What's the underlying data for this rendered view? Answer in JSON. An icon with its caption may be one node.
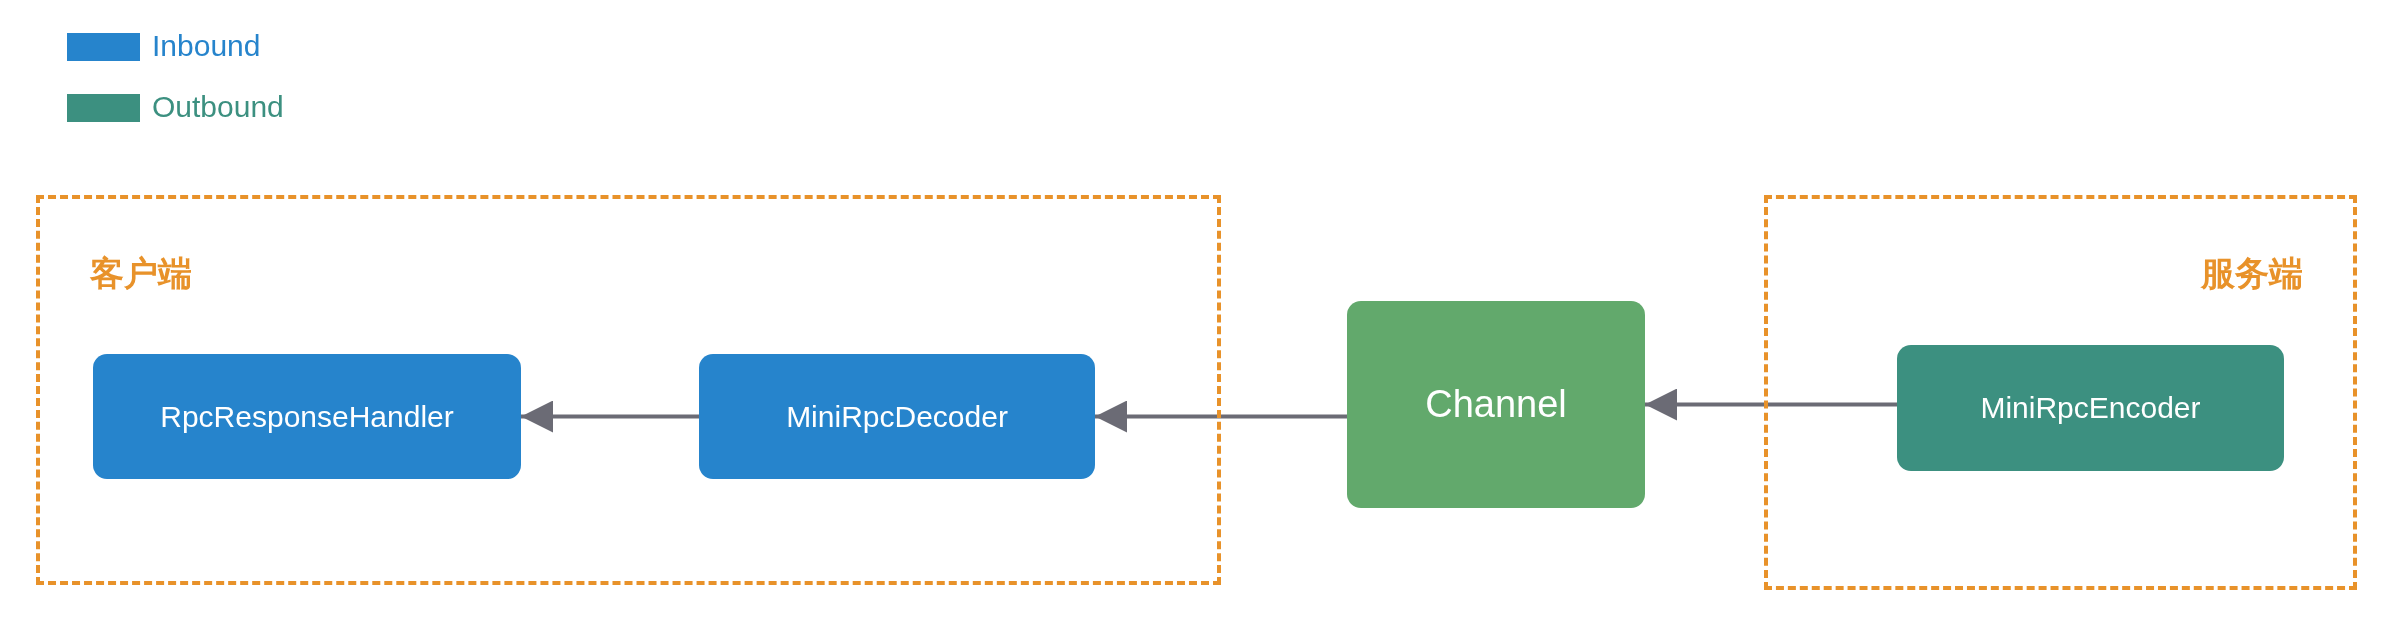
{
  "diagram": {
    "nodes": [
      {
        "text": [
          "客户端"
        ]
      },
      {
        "text": [
          "RpcResponseHandler"
        ],
        "in": 0
      },
      {
        "text": [
          "MiniRpcDecoder"
        ],
        "in": 0
      },
      {
        "text": [
          "Channel"
        ]
      },
      {
        "text": [
          "服务端"
        ]
      },
      {
        "text": [
          "MiniRpcEncoder"
        ],
        "in": 4
      }
    ],
    "edges": [
      {
        "from": 5,
        "to": 3,
        "arrow": "to"
      },
      {
        "from": 3,
        "to": 2,
        "arrow": "to"
      },
      {
        "from": 2,
        "to": 1,
        "arrow": "to"
      }
    ],
    "legend": [
      {
        "text": "Inbound",
        "color": "#2684cc"
      },
      {
        "text": "Outbound",
        "color": "#3c9080"
      }
    ]
  }
}
